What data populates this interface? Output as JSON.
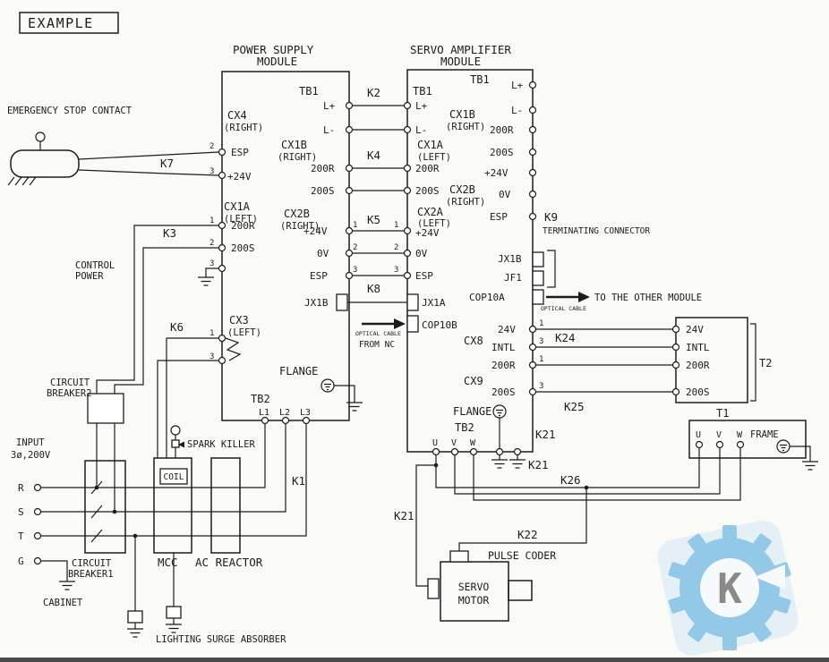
{
  "title": "EXAMPLE",
  "modules": {
    "power_supply_line1": "POWER SUPPLY",
    "servo_amp_line1": "SERVO AMPLIFIER",
    "module_word": "MODULE"
  },
  "connectors": {
    "tb1": "TB1",
    "tb2": "TB2",
    "cx3": "CX3",
    "cx4": "CX4",
    "cx8": "CX8",
    "cx9": "CX9",
    "cx1a": "CX1A",
    "cx1b": "CX1B",
    "cx2a": "CX2A",
    "cx2b": "CX2B",
    "jx1a": "JX1A",
    "jx1b": "JX1B",
    "jf1": "JF1",
    "cop10a": "COP10A",
    "cop10b": "COP10B",
    "right": "(RIGHT)",
    "left": "(LEFT)"
  },
  "signals": {
    "lplus": "L+",
    "lminus": "L-",
    "r200": "200R",
    "s200": "200S",
    "p24v": "+24V",
    "v24": "24V",
    "v0": "0V",
    "esp": "ESP",
    "intl": "INTL",
    "l1": "L1",
    "l2": "L2",
    "l3": "L3",
    "u": "U",
    "v": "V",
    "w": "W",
    "r": "R",
    "s": "S",
    "t": "T",
    "g": "G",
    "pin1": "1",
    "pin2": "2",
    "pin3": "3",
    "flange": "FLANGE",
    "frame": "FRAME",
    "t1": "T1",
    "t2": "T2"
  },
  "cables": {
    "k1": "K1",
    "k2": "K2",
    "k3": "K3",
    "k4": "K4",
    "k5": "K5",
    "k6": "K6",
    "k7": "K7",
    "k8": "K8",
    "k9": "K9",
    "k21": "K21",
    "k22": "K22",
    "k24": "K24",
    "k25": "K25",
    "k26": "K26"
  },
  "notes": {
    "emergency_stop": "EMERGENCY STOP CONTACT",
    "control_line1": "CONTROL",
    "control_line2": "POWER",
    "terminating": "TERMINATING CONNECTOR",
    "to_other_module": "TO THE OTHER MODULE",
    "optical_cable": "OPTICAL CABLE",
    "from_nc": "FROM NC",
    "circuit": "CIRCUIT",
    "breaker1": "BREAKER1",
    "breaker2": "BREAKER2",
    "input": "INPUT",
    "voltage": "3ø,200V",
    "mcc": "MCC",
    "ac_reactor": "AC REACTOR",
    "coil": "COIL",
    "spark_killer": "SPARK KILLER",
    "cabinet": "CABINET",
    "surge_absorber": "LIGHTING SURGE ABSORBER",
    "pulse_coder": "PULSE CODER",
    "servo_line1": "SERVO",
    "servo_line2": "MOTOR"
  },
  "watermark": {
    "letter": "K"
  },
  "colors": {
    "ink": "#1c1c1c",
    "paper": "#fafaf7",
    "watermark_blue": "#2e9ad6",
    "watermark_light": "#cfe8f5"
  }
}
